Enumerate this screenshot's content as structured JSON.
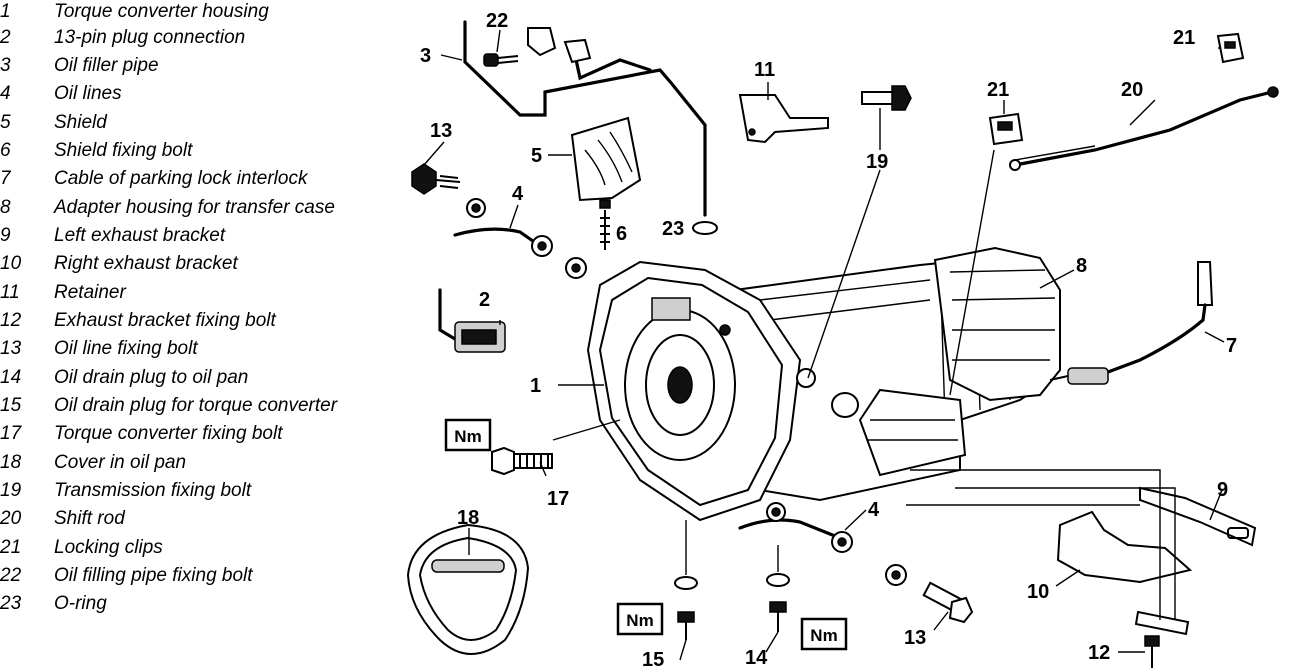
{
  "legend": [
    {
      "num": "1",
      "text": "Torque converter housing"
    },
    {
      "num": "2",
      "text": "13-pin plug connection"
    },
    {
      "num": "3",
      "text": "Oil filler pipe"
    },
    {
      "num": "4",
      "text": "Oil lines"
    },
    {
      "num": "5",
      "text": "Shield"
    },
    {
      "num": "6",
      "text": "Shield fixing bolt"
    },
    {
      "num": "7",
      "text": "Cable of parking lock interlock"
    },
    {
      "num": "8",
      "text": "Adapter housing for transfer case"
    },
    {
      "num": "9",
      "text": "Left exhaust bracket"
    },
    {
      "num": "10",
      "text": "Right exhaust bracket"
    },
    {
      "num": "11",
      "text": "Retainer"
    },
    {
      "num": "12",
      "text": "Exhaust bracket fixing bolt"
    },
    {
      "num": "13",
      "text": "Oil line fixing bolt"
    },
    {
      "num": "14",
      "text": "Oil drain plug to oil pan"
    },
    {
      "num": "15",
      "text": "Oil drain plug for torque converter"
    },
    {
      "num": "17",
      "text": "Torque converter fixing bolt"
    },
    {
      "num": "18",
      "text": "Cover in oil pan"
    },
    {
      "num": "19",
      "text": "Transmission fixing bolt"
    },
    {
      "num": "20",
      "text": "Shift rod"
    },
    {
      "num": "21",
      "text": "Locking clips"
    },
    {
      "num": "22",
      "text": "Oil filling pipe fixing bolt"
    },
    {
      "num": "23",
      "text": "O-ring"
    }
  ],
  "callouts": {
    "c1": "1",
    "c2": "2",
    "c3": "3",
    "c4a": "4",
    "c4b": "4",
    "c5": "5",
    "c6": "6",
    "c7": "7",
    "c8": "8",
    "c9": "9",
    "c10": "10",
    "c11": "11",
    "c12": "12",
    "c13a": "13",
    "c13b": "13",
    "c14": "14",
    "c15": "15",
    "c17": "17",
    "c18": "18",
    "c19": "19",
    "c20": "20",
    "c21a": "21",
    "c21b": "21",
    "c22": "22",
    "c23": "23"
  },
  "torque_badge": "Nm"
}
